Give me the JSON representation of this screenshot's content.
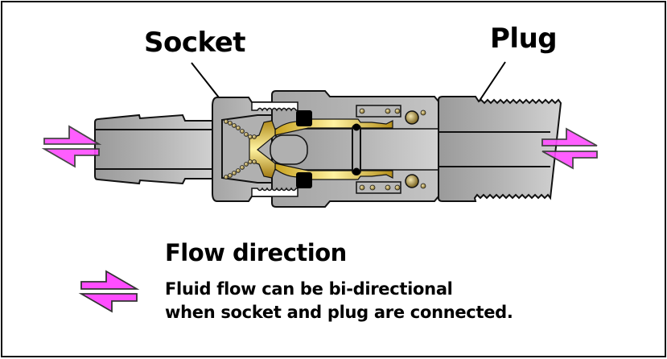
{
  "diagram": {
    "labels": {
      "socket": "Socket",
      "plug": "Plug"
    },
    "legend": {
      "title": "Flow direction",
      "description_line1": "Fluid flow can be bi-directional",
      "description_line2": "when socket and plug are connected.",
      "icon": "bidirectional-arrows-icon"
    },
    "colors": {
      "arrow_fill": "#ff4dff",
      "metal_gray": "#a9a9a9",
      "brass": "#d9b82e",
      "seal_black": "#000000",
      "outline": "#111111"
    }
  }
}
